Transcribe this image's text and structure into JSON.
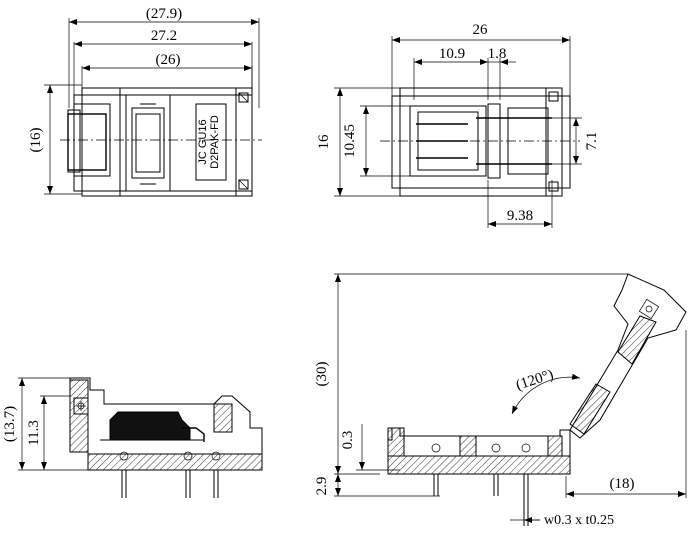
{
  "top_view": {
    "dim_overall": "(27.9)",
    "dim_frame": "27.2",
    "dim_inner": "(26)",
    "dim_height": "(16)",
    "marking_line1": "JC GU16",
    "marking_line2": "D2PAK-FD"
  },
  "top_right_view": {
    "dim_width": "26",
    "dim_a": "10.9",
    "dim_b": "1.8",
    "dim_height": "16",
    "dim_inner_height": "10.45",
    "dim_pin_span": "7.1",
    "dim_pin_offset": "9.38"
  },
  "side_view": {
    "dim_total_height": "(13.7)",
    "dim_body_height": "11.3"
  },
  "open_view": {
    "dim_height_open": "(30)",
    "dim_gap": "0.3",
    "dim_pin_length": "2.9",
    "dim_angle": "(120°)",
    "dim_offset": "(18)",
    "dim_pin_section": "w0.3 x t0.25"
  }
}
